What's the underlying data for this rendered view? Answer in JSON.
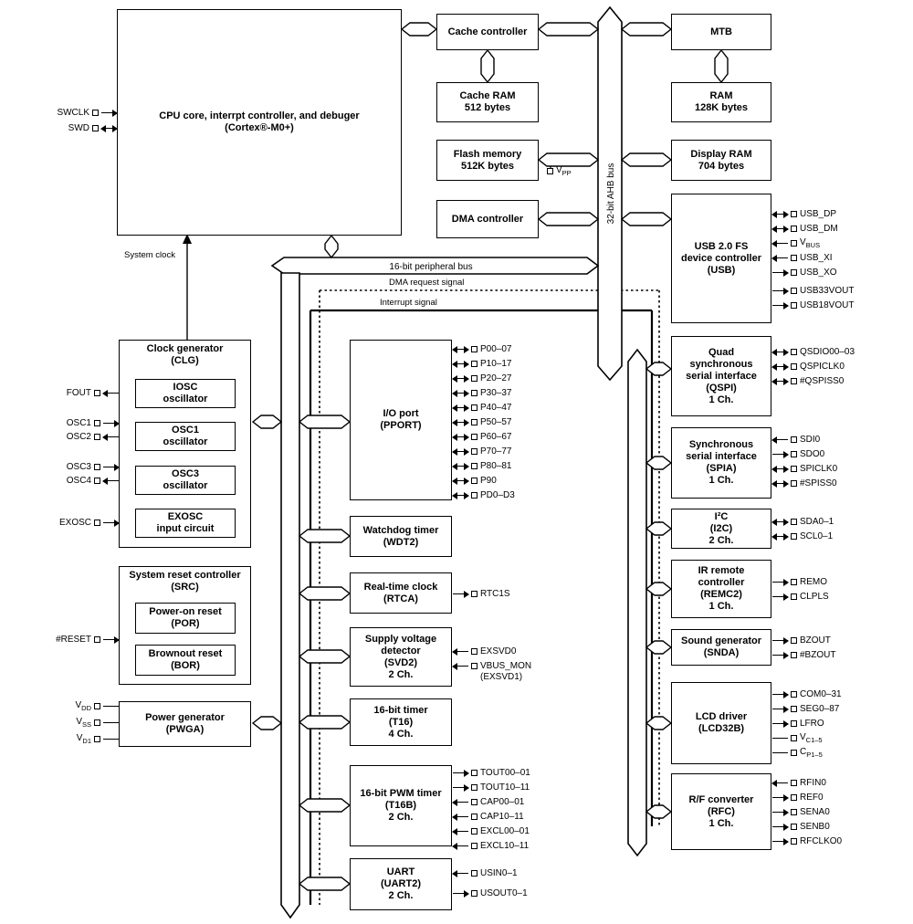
{
  "labels": {
    "system_clock": "System clock",
    "peripheral_bus": "16-bit peripheral bus",
    "ahb_bus": "32-bit AHB bus",
    "dma_request": "DMA request signal",
    "interrupt": "Interrupt signal"
  },
  "blocks": {
    "cpu": [
      "CPU core, interrpt controller, and debuger",
      "(Cortex®-M0+)"
    ],
    "cache_controller": [
      "Cache controller"
    ],
    "mtb": [
      "MTB"
    ],
    "cache_ram": [
      "Cache RAM",
      "512 bytes"
    ],
    "ram": [
      "RAM",
      "128K bytes"
    ],
    "flash": [
      "Flash memory",
      "512K bytes"
    ],
    "display_ram": [
      "Display RAM",
      "704 bytes"
    ],
    "dma": [
      "DMA controller"
    ],
    "usb": [
      "USB 2.0 FS",
      "device controller",
      "(USB)"
    ],
    "clg": [
      "Clock generator",
      "(CLG)"
    ],
    "iosc": [
      "IOSC",
      "oscillator"
    ],
    "osc1": [
      "OSC1",
      "oscillator"
    ],
    "osc3": [
      "OSC3",
      "oscillator"
    ],
    "exosc": [
      "EXOSC",
      "input circuit"
    ],
    "src": [
      "System reset controller",
      "(SRC)"
    ],
    "por": [
      "Power-on reset",
      "(POR)"
    ],
    "bor": [
      "Brownout reset",
      "(BOR)"
    ],
    "pwga": [
      "Power generator",
      "(PWGA)"
    ],
    "pport": [
      "I/O port",
      "(PPORT)"
    ],
    "wdt2": [
      "Watchdog timer",
      "(WDT2)"
    ],
    "rtca": [
      "Real-time clock",
      "(RTCA)"
    ],
    "svd2": [
      "Supply voltage",
      "detector",
      "(SVD2)",
      "2 Ch."
    ],
    "t16": [
      "16-bit timer",
      "(T16)",
      "4 Ch."
    ],
    "t16b": [
      "16-bit PWM timer",
      "(T16B)",
      "2 Ch."
    ],
    "uart2": [
      "UART",
      "(UART2)",
      "2 Ch."
    ],
    "qspi": [
      "Quad",
      "synchronous",
      "serial interface",
      "(QSPI)",
      "1 Ch."
    ],
    "spia": [
      "Synchronous",
      "serial interface",
      "(SPIA)",
      "1 Ch."
    ],
    "i2c": [
      "I²C",
      "(I2C)",
      "2 Ch."
    ],
    "remc2": [
      "IR remote",
      "controller",
      "(REMC2)",
      "1 Ch."
    ],
    "snda": [
      "Sound generator",
      "(SNDA)"
    ],
    "lcd": [
      "LCD driver",
      "(LCD32B)"
    ],
    "rfc": [
      "R/F converter",
      "(RFC)",
      "1 Ch."
    ]
  },
  "pins": {
    "swclk": "SWCLK",
    "swd": "SWD",
    "vpp": [
      "V",
      "PP"
    ],
    "usb_dp": "USB_DP",
    "usb_dm": "USB_DM",
    "vbus": [
      "V",
      "BUS"
    ],
    "usb_xi": "USB_XI",
    "usb_xo": "USB_XO",
    "usb33vout": "USB33VOUT",
    "usb18vout": "USB18VOUT",
    "fout": "FOUT",
    "osc1": "OSC1",
    "osc2": "OSC2",
    "osc3": "OSC3",
    "osc4": "OSC4",
    "exosc": "EXOSC",
    "reset": "#RESET",
    "vdd": [
      "V",
      "DD"
    ],
    "vss": [
      "V",
      "SS"
    ],
    "vd1": [
      "V",
      "D1"
    ],
    "pport": [
      "P00–07",
      "P10–17",
      "P20–27",
      "P30–37",
      "P40–47",
      "P50–57",
      "P60–67",
      "P70–77",
      "P80–81",
      "P90",
      "PD0–D3"
    ],
    "rtc1s": "RTC1S",
    "svd": [
      "EXSVD0",
      "VBUS_MON",
      "(EXSVD1)"
    ],
    "t16b": [
      "TOUT00–01",
      "TOUT10–11",
      "CAP00–01",
      "CAP10–11",
      "EXCL00–01",
      "EXCL10–11"
    ],
    "uart": [
      "USIN0–1",
      "USOUT0–1"
    ],
    "qspi": [
      "QSDIO00–03",
      "QSPICLK0",
      "#QSPISS0"
    ],
    "spia": [
      "SDI0",
      "SDO0",
      "SPICLK0",
      "#SPISS0"
    ],
    "i2c": [
      "SDA0–1",
      "SCL0–1"
    ],
    "remc": [
      "REMO",
      "CLPLS"
    ],
    "snda": [
      "BZOUT",
      "#BZOUT"
    ],
    "lcd": [
      "COM0–31",
      "SEG0–87",
      "LFRO"
    ],
    "vc": [
      "V",
      "C1–5"
    ],
    "cp": [
      "C",
      "P1–5"
    ],
    "rfc": [
      "RFIN0",
      "REF0",
      "SENA0",
      "SENB0",
      "RFCLKO0"
    ]
  },
  "colors": {
    "line": "#000000",
    "background": "#ffffff"
  }
}
